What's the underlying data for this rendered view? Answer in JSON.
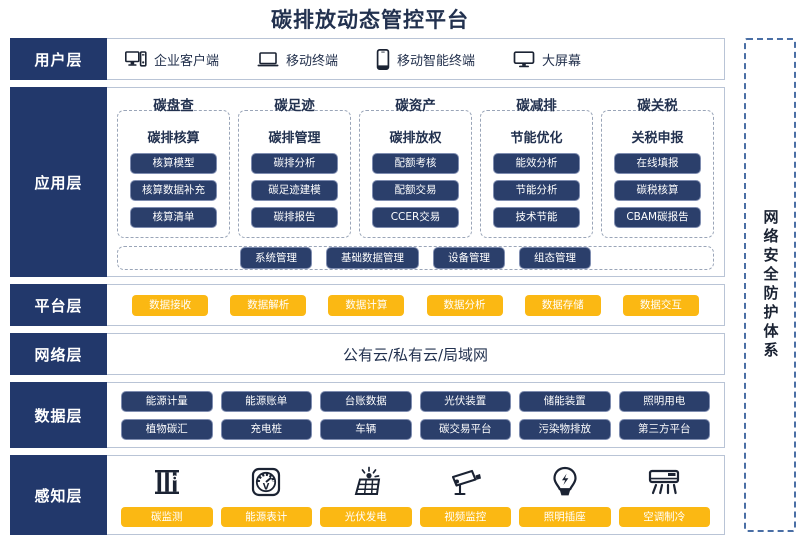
{
  "title": "碳排放动态管控平台",
  "security_rail": {
    "label": "网络安全防护体系"
  },
  "layers": {
    "user": {
      "label": "用户层",
      "items": [
        {
          "icon": "desktop-tower-icon",
          "label": "企业客户端"
        },
        {
          "icon": "laptop-icon",
          "label": "移动终端"
        },
        {
          "icon": "smartphone-icon",
          "label": "移动智能终端"
        },
        {
          "icon": "monitor-icon",
          "label": "大屏幕"
        }
      ]
    },
    "application": {
      "label": "应用层",
      "groups": [
        {
          "title": "碳盘查",
          "subtitle": "碳排核算",
          "items": [
            "核算模型",
            "核算数据补充",
            "核算清单"
          ]
        },
        {
          "title": "碳足迹",
          "subtitle": "碳排管理",
          "items": [
            "碳排分析",
            "碳足迹建模",
            "碳排报告"
          ]
        },
        {
          "title": "碳资产",
          "subtitle": "碳排放权",
          "items": [
            "配额考核",
            "配额交易",
            "CCER交易"
          ]
        },
        {
          "title": "碳减排",
          "subtitle": "节能优化",
          "items": [
            "能效分析",
            "节能分析",
            "技术节能"
          ]
        },
        {
          "title": "碳关税",
          "subtitle": "关税申报",
          "items": [
            "在线填报",
            "碳税核算",
            "CBAM碳报告"
          ]
        }
      ],
      "shared": [
        "系统管理",
        "基础数据管理",
        "设备管理",
        "组态管理"
      ]
    },
    "platform": {
      "label": "平台层",
      "items": [
        "数据接收",
        "数据解析",
        "数据计算",
        "数据分析",
        "数据存储",
        "数据交互"
      ]
    },
    "network": {
      "label": "网络层",
      "text": "公有云/私有云/局域网"
    },
    "data": {
      "label": "数据层",
      "row1": [
        "能源计量",
        "能源账单",
        "台账数据",
        "光伏装置",
        "储能装置",
        "照明用电"
      ],
      "row2": [
        "植物碳汇",
        "充电桩",
        "车辆",
        "碳交易平台",
        "污染物排放",
        "第三方平台"
      ]
    },
    "sense": {
      "label": "感知层",
      "items": [
        {
          "icon": "carbon-sensor-icon",
          "label": "碳监测"
        },
        {
          "icon": "energy-meter-icon",
          "label": "能源表计"
        },
        {
          "icon": "solar-panel-icon",
          "label": "光伏发电"
        },
        {
          "icon": "cctv-camera-icon",
          "label": "视频监控"
        },
        {
          "icon": "light-bulb-icon",
          "label": "照明插座"
        },
        {
          "icon": "air-conditioner-icon",
          "label": "空调制冷"
        }
      ]
    }
  },
  "colors": {
    "navy": "#22386b",
    "pill_navy": "#2b3f6b",
    "amber": "#fbb813",
    "border": "#b9c4d6",
    "dashed": "#9aa5b8"
  }
}
